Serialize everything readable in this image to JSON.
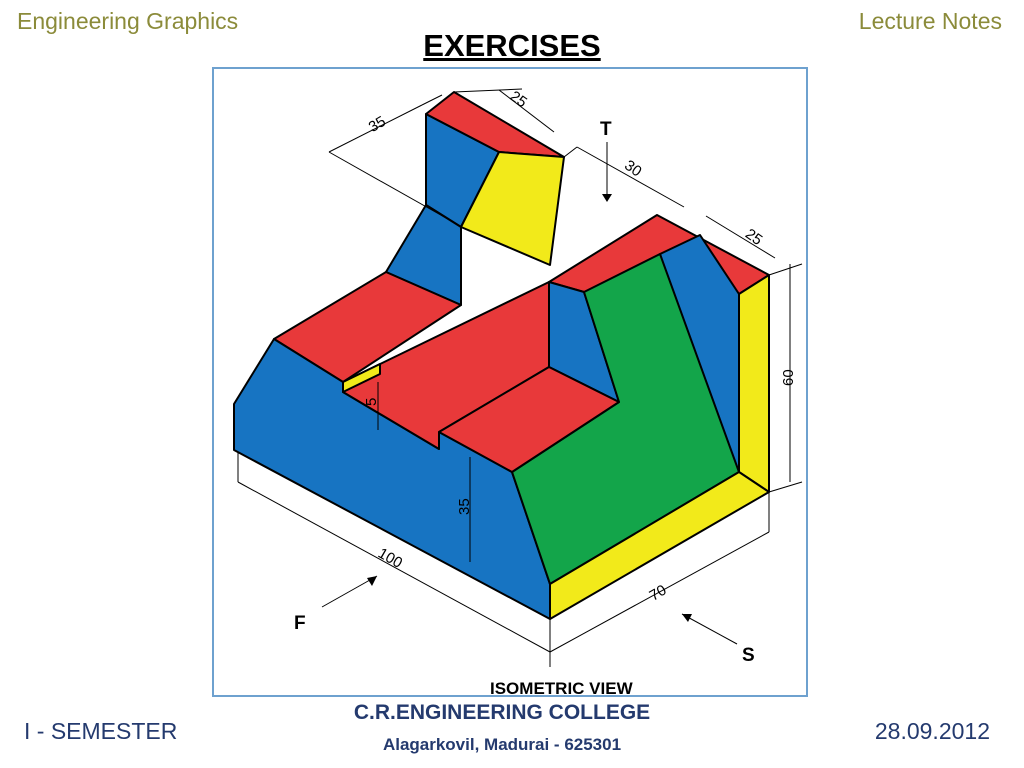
{
  "header": {
    "left": "Engineering  Graphics",
    "right": "Lecture Notes",
    "title": "EXERCISES"
  },
  "figure": {
    "caption": "ISOMETRIC VIEW",
    "view_labels": {
      "top": "T",
      "front": "F",
      "side": "S"
    },
    "dimensions": [
      "35",
      "25",
      "30",
      "25",
      "60",
      "5",
      "35",
      "100",
      "70"
    ],
    "colors": {
      "red": "#e8393a",
      "yellow": "#f2ea1a",
      "blue": "#1774c2",
      "green": "#13a54a"
    }
  },
  "footer": {
    "left": "I - SEMESTER",
    "college": "C.R.ENGINEERING COLLEGE",
    "address": "Alagarkovil, Madurai - 625301",
    "date": "28.09.2012"
  }
}
